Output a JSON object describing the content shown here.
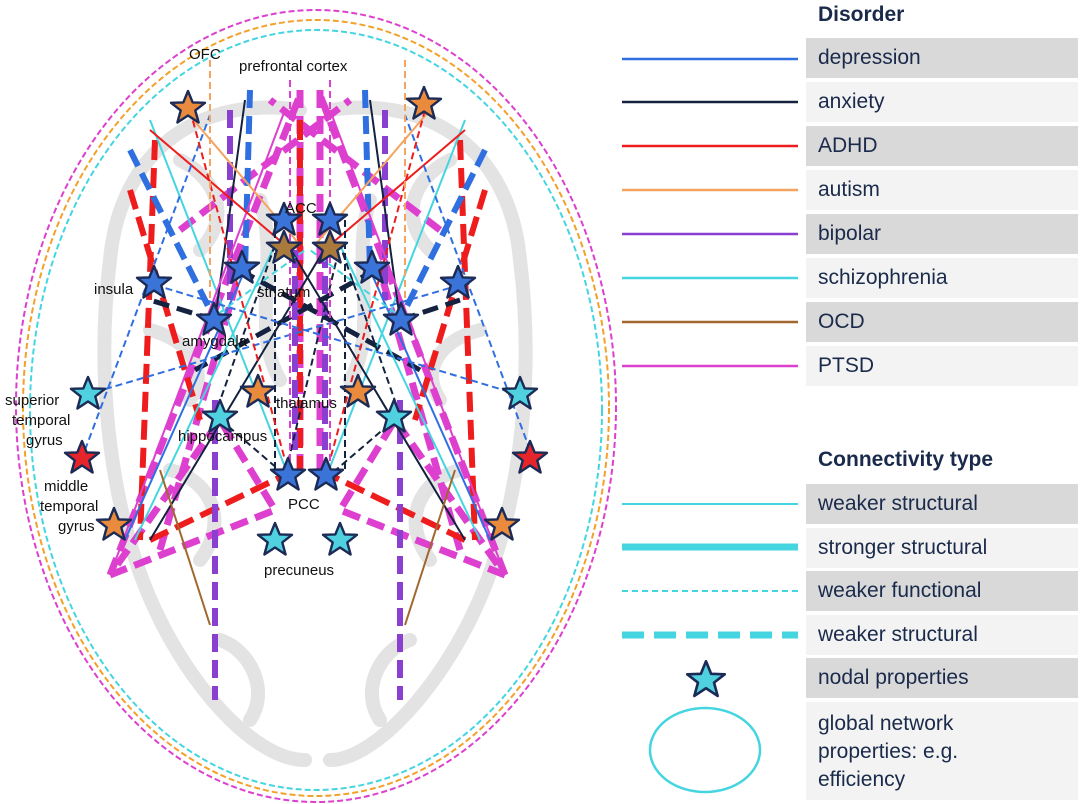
{
  "brain_labels": {
    "ofc": "OFC",
    "prefrontal": "prefrontal cortex",
    "acc": "ACC",
    "insula": "insula",
    "striatum": "striatum",
    "amygdala": "amygdala",
    "stg_1": "superior",
    "stg_2": "temporal",
    "stg_3": "gyrus",
    "thalamus": "thalamus",
    "hippocampus": "hippocampus",
    "mtg_1": "middle",
    "mtg_2": "temporal",
    "mtg_3": "gyrus",
    "pcc": "PCC",
    "precuneus": "precuneus"
  },
  "legend": {
    "disorder_title": "Disorder",
    "disorders": [
      {
        "label": "depression",
        "color": "#2f6fe0"
      },
      {
        "label": "anxiety",
        "color": "#14213f"
      },
      {
        "label": "ADHD",
        "color": "#ee1c1c"
      },
      {
        "label": "autism",
        "color": "#f4a460"
      },
      {
        "label": "bipolar",
        "color": "#8a3fd1"
      },
      {
        "label": "schizophrenia",
        "color": "#45d5e0"
      },
      {
        "label": "OCD",
        "color": "#a0672e"
      },
      {
        "label": "PTSD",
        "color": "#dd3fce"
      }
    ],
    "connectivity_title": "Connectivity type",
    "connectivity": [
      {
        "label": "weaker structural",
        "style": "thin-solid"
      },
      {
        "label": "stronger structural",
        "style": "thick-solid"
      },
      {
        "label": "weaker functional",
        "style": "thin-dashed"
      },
      {
        "label": "weaker structural",
        "style": "thick-dashed"
      }
    ],
    "nodal_label": "nodal properties",
    "global_label_1": "global network",
    "global_label_2": "properties: e.g.",
    "global_label_3": "efficiency"
  },
  "colors": {
    "star_blue": "#3b74d8",
    "star_orange": "#e98a3c",
    "star_cyan": "#4fd1e0",
    "star_brown": "#a97a3c",
    "star_red": "#e5252a",
    "star_outline": "#1b2b55"
  }
}
